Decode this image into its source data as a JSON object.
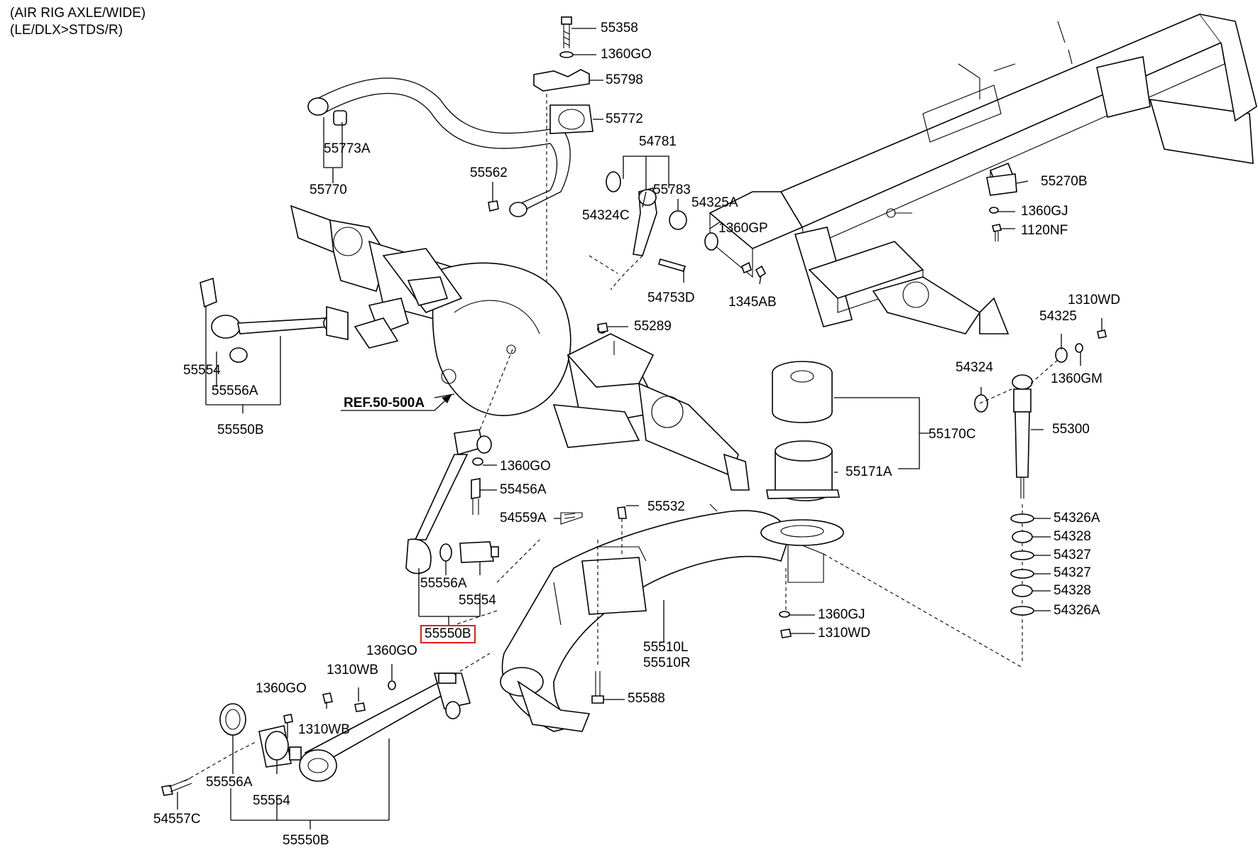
{
  "header": {
    "line1": "(AIR RIG AXLE/WIDE)",
    "line2": "(LE/DLX>STDS/R)"
  },
  "reference": "REF.50-500A",
  "highlight_color": "#e0201c",
  "labels": {
    "p55358": "55358",
    "p1360go_a": "1360GO",
    "p55798": "55798",
    "p55772": "55772",
    "p55773a": "55773A",
    "p55770": "55770",
    "p55562": "55562",
    "p54781": "54781",
    "p55783": "55783",
    "p54325a": "54325A",
    "p54324c": "54324C",
    "p1360gp": "1360GP",
    "p54753d": "54753D",
    "p1345ab": "1345AB",
    "p55270b": "55270B",
    "p1360gj_a": "1360GJ",
    "p1120nf": "1120NF",
    "p1310wd_a": "1310WD",
    "p54325": "54325",
    "p54324": "54324",
    "p1360gm": "1360GM",
    "p55300": "55300",
    "p55289": "55289",
    "p55554_a": "55554",
    "p55556a_a": "55556A",
    "p55550b_a": "55550B",
    "p55170c": "55170C",
    "p55171a": "55171A",
    "p1360go_b": "1360GO",
    "p55456a": "55456A",
    "p54559a": "54559A",
    "p55532": "55532",
    "p54326a_a": "54326A",
    "p54328_a": "54328",
    "p54327_a": "54327",
    "p54327_b": "54327",
    "p54328_b": "54328",
    "p54326a_b": "54326A",
    "p55556a_b": "55556A",
    "p55554_b": "55554",
    "p55550b_b": "55550B",
    "p1360gj_b": "1360GJ",
    "p1310wd_b": "1310WD",
    "p55510l": "55510L",
    "p55510r": "55510R",
    "p1360go_c": "1360GO",
    "p1310wb_a": "1310WB",
    "p1360go_d": "1360GO",
    "p55588": "55588",
    "p1310wb_b": "1310WB",
    "p55556a_c": "55556A",
    "p55554_c": "55554",
    "p54557c": "54557C",
    "p55550b_c": "55550B"
  }
}
